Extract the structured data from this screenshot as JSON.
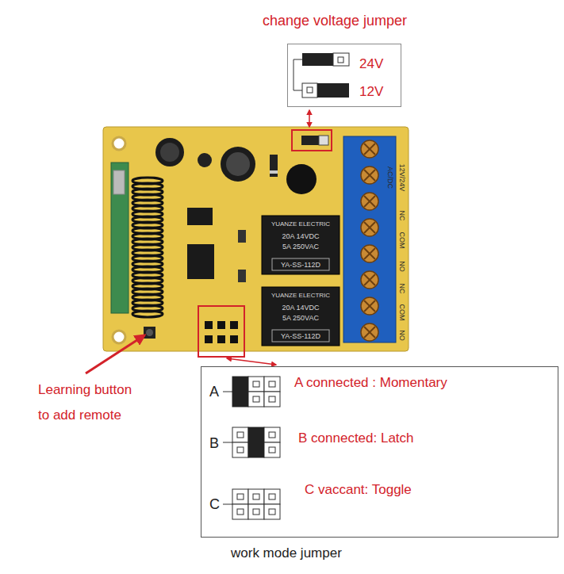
{
  "diagram": {
    "nodes": [
      {
        "text": [
          "change voltage jumper",
          "24V",
          "12V"
        ]
      },
      {
        "text": [
          "A",
          "A connected : Momentary",
          "B",
          "B connected: Latch",
          "C",
          "C vaccant: Toggle",
          "work mode jumper"
        ]
      }
    ],
    "labels": [
      "Learning button to add remote",
      "AC/DC",
      "12V/24V",
      "NC",
      "COM",
      "NO",
      "NC",
      "COM",
      "NO",
      "YUANZE ELECTRIC",
      "20A 14VDC",
      "5A 250VAC",
      "YA-SS-112D",
      "YUANZE ELECTRIC",
      "20A 14VDC",
      "5A 250VAC",
      "YA-SS-112D"
    ]
  }
}
